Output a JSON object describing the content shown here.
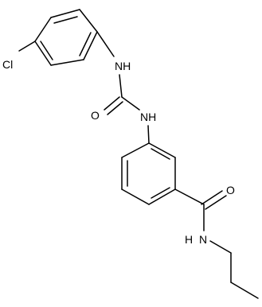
{
  "molecule": {
    "atom_labels": {
      "chlorine": "Cl",
      "amine_nh_upper": "NH",
      "carbonyl_oxygen_urea": "O",
      "amine_nh_middle": "NH",
      "carbonyl_oxygen_amide": "O",
      "amide_nh": "N",
      "amide_h": "H"
    }
  },
  "colors": {
    "bond": "#000000",
    "label": "#000000",
    "background": "#ffffff"
  }
}
